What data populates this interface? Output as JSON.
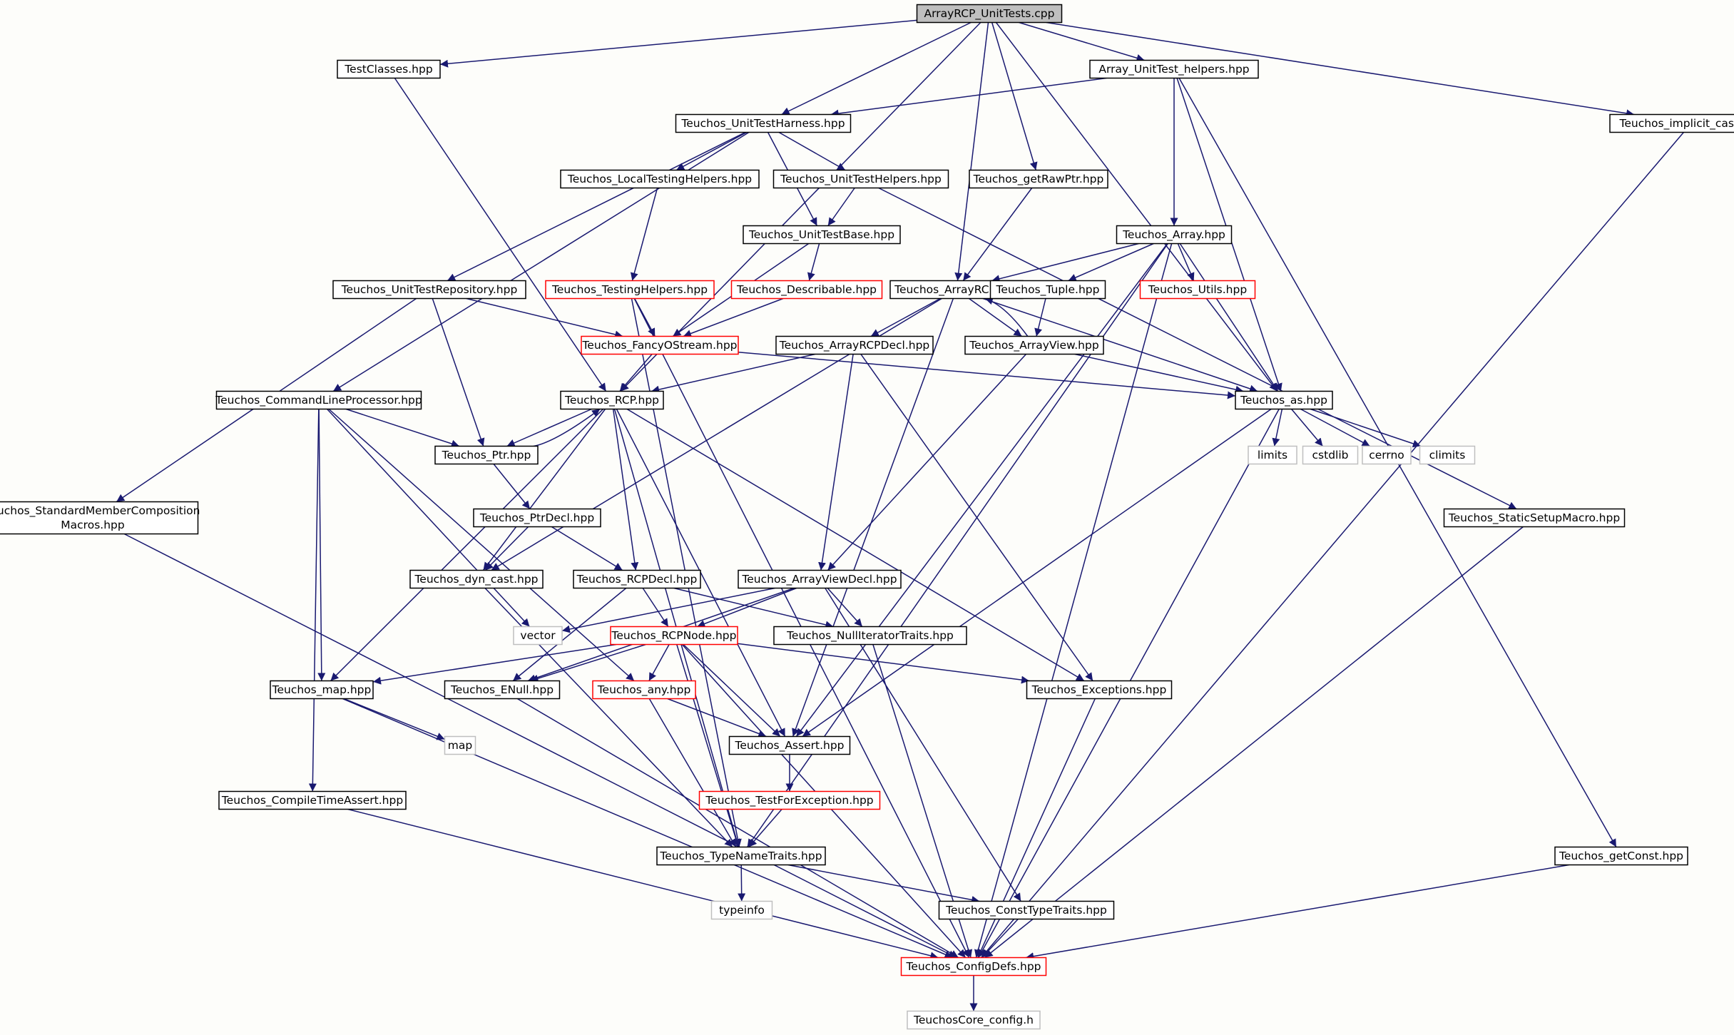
{
  "colors": {
    "edge": "#191970",
    "background": "#fdfdfa",
    "root_fill": "#bfbfbf",
    "node_fill": "#ffffff",
    "border_default": "#000000",
    "border_truncated": "#ff0000",
    "border_system": "#bfbfbf",
    "text": "#000000"
  },
  "nodes": [
    {
      "id": "root",
      "label": "ArrayRCP_UnitTests.cpp",
      "kind": "root"
    },
    {
      "id": "testclasses",
      "label": "TestClasses.hpp",
      "kind": "default"
    },
    {
      "id": "arrayhelpers",
      "label": "Array_UnitTest_helpers.hpp",
      "kind": "default"
    },
    {
      "id": "implicitcast",
      "label": "Teuchos_implicit_cast.hpp",
      "kind": "default"
    },
    {
      "id": "harness",
      "label": "Teuchos_UnitTestHarness.hpp",
      "kind": "default"
    },
    {
      "id": "localtesting",
      "label": "Teuchos_LocalTestingHelpers.hpp",
      "kind": "default"
    },
    {
      "id": "unittesthelpers",
      "label": "Teuchos_UnitTestHelpers.hpp",
      "kind": "default"
    },
    {
      "id": "getrawptr",
      "label": "Teuchos_getRawPtr.hpp",
      "kind": "default"
    },
    {
      "id": "unittestbase",
      "label": "Teuchos_UnitTestBase.hpp",
      "kind": "default"
    },
    {
      "id": "array",
      "label": "Teuchos_Array.hpp",
      "kind": "default"
    },
    {
      "id": "repository",
      "label": "Teuchos_UnitTestRepository.hpp",
      "kind": "default"
    },
    {
      "id": "testinghelpers",
      "label": "Teuchos_TestingHelpers.hpp",
      "kind": "truncated"
    },
    {
      "id": "describable",
      "label": "Teuchos_Describable.hpp",
      "kind": "truncated"
    },
    {
      "id": "arrayrcp",
      "label": "Teuchos_ArrayRCP.hpp",
      "kind": "default"
    },
    {
      "id": "tuple",
      "label": "Teuchos_Tuple.hpp",
      "kind": "default"
    },
    {
      "id": "utils",
      "label": "Teuchos_Utils.hpp",
      "kind": "truncated"
    },
    {
      "id": "fancyostream",
      "label": "Teuchos_FancyOStream.hpp",
      "kind": "truncated"
    },
    {
      "id": "arrayrcpdecl",
      "label": "Teuchos_ArrayRCPDecl.hpp",
      "kind": "default"
    },
    {
      "id": "arrayview",
      "label": "Teuchos_ArrayView.hpp",
      "kind": "default"
    },
    {
      "id": "cmdline",
      "label": "Teuchos_CommandLineProcessor.hpp",
      "kind": "default"
    },
    {
      "id": "rcp",
      "label": "Teuchos_RCP.hpp",
      "kind": "default"
    },
    {
      "id": "as",
      "label": "Teuchos_as.hpp",
      "kind": "default"
    },
    {
      "id": "ptr",
      "label": "Teuchos_Ptr.hpp",
      "kind": "default"
    },
    {
      "id": "limits",
      "label": "limits",
      "kind": "system"
    },
    {
      "id": "cstdlib",
      "label": "cstdlib",
      "kind": "system"
    },
    {
      "id": "cerrno",
      "label": "cerrno",
      "kind": "system"
    },
    {
      "id": "climits",
      "label": "climits",
      "kind": "system"
    },
    {
      "id": "stdmember",
      "label": [
        "Teuchos_StandardMemberComposition",
        "Macros.hpp"
      ],
      "kind": "default"
    },
    {
      "id": "ptrdecl",
      "label": "Teuchos_PtrDecl.hpp",
      "kind": "default"
    },
    {
      "id": "staticsetup",
      "label": "Teuchos_StaticSetupMacro.hpp",
      "kind": "default"
    },
    {
      "id": "dyncast",
      "label": "Teuchos_dyn_cast.hpp",
      "kind": "default"
    },
    {
      "id": "rcpdecl",
      "label": "Teuchos_RCPDecl.hpp",
      "kind": "default"
    },
    {
      "id": "arrayviewdecl",
      "label": "Teuchos_ArrayViewDecl.hpp",
      "kind": "default"
    },
    {
      "id": "vector",
      "label": "vector",
      "kind": "system"
    },
    {
      "id": "rcpnode",
      "label": "Teuchos_RCPNode.hpp",
      "kind": "truncated"
    },
    {
      "id": "nulliter",
      "label": "Teuchos_NullIteratorTraits.hpp",
      "kind": "default"
    },
    {
      "id": "map",
      "label": "Teuchos_map.hpp",
      "kind": "default"
    },
    {
      "id": "enull",
      "label": "Teuchos_ENull.hpp",
      "kind": "default"
    },
    {
      "id": "any",
      "label": "Teuchos_any.hpp",
      "kind": "truncated"
    },
    {
      "id": "exceptions",
      "label": "Teuchos_Exceptions.hpp",
      "kind": "default"
    },
    {
      "id": "stdmap",
      "label": "map",
      "kind": "system"
    },
    {
      "id": "assert",
      "label": "Teuchos_Assert.hpp",
      "kind": "default"
    },
    {
      "id": "compiletime",
      "label": "Teuchos_CompileTimeAssert.hpp",
      "kind": "default"
    },
    {
      "id": "testforexc",
      "label": "Teuchos_TestForException.hpp",
      "kind": "truncated"
    },
    {
      "id": "typename",
      "label": "Teuchos_TypeNameTraits.hpp",
      "kind": "default"
    },
    {
      "id": "getconst",
      "label": "Teuchos_getConst.hpp",
      "kind": "default"
    },
    {
      "id": "typeinfo",
      "label": "typeinfo",
      "kind": "system"
    },
    {
      "id": "consttype",
      "label": "Teuchos_ConstTypeTraits.hpp",
      "kind": "default"
    },
    {
      "id": "configdefs",
      "label": "Teuchos_ConfigDefs.hpp",
      "kind": "truncated"
    },
    {
      "id": "coreconfig",
      "label": "TeuchosCore_config.h",
      "kind": "system"
    }
  ],
  "edges": [
    [
      "root",
      "testclasses"
    ],
    [
      "root",
      "arrayhelpers"
    ],
    [
      "root",
      "implicitcast"
    ],
    [
      "root",
      "harness"
    ],
    [
      "root",
      "getrawptr"
    ],
    [
      "root",
      "arrayrcp"
    ],
    [
      "root",
      "rcp"
    ],
    [
      "root",
      "as"
    ],
    [
      "testclasses",
      "rcp"
    ],
    [
      "arrayhelpers",
      "harness"
    ],
    [
      "arrayhelpers",
      "array"
    ],
    [
      "arrayhelpers",
      "as"
    ],
    [
      "arrayhelpers",
      "getconst"
    ],
    [
      "implicitcast",
      "configdefs"
    ],
    [
      "harness",
      "localtesting"
    ],
    [
      "harness",
      "unittesthelpers"
    ],
    [
      "harness",
      "unittestbase"
    ],
    [
      "harness",
      "repository"
    ],
    [
      "harness",
      "cmdline"
    ],
    [
      "localtesting",
      "testinghelpers"
    ],
    [
      "unittesthelpers",
      "unittestbase"
    ],
    [
      "unittesthelpers",
      "staticsetup"
    ],
    [
      "getrawptr",
      "arrayrcp"
    ],
    [
      "unittestbase",
      "describable"
    ],
    [
      "unittestbase",
      "fancyostream"
    ],
    [
      "array",
      "arrayrcp"
    ],
    [
      "array",
      "tuple"
    ],
    [
      "array",
      "utils"
    ],
    [
      "array",
      "as"
    ],
    [
      "array",
      "assert"
    ],
    [
      "array",
      "typename"
    ],
    [
      "array",
      "configdefs"
    ],
    [
      "repository",
      "fancyostream"
    ],
    [
      "repository",
      "ptr"
    ],
    [
      "repository",
      "stdmember"
    ],
    [
      "testinghelpers",
      "fancyostream"
    ],
    [
      "testinghelpers",
      "typename"
    ],
    [
      "testinghelpers",
      "configdefs"
    ],
    [
      "describable",
      "fancyostream"
    ],
    [
      "arrayrcp",
      "arrayrcpdecl"
    ],
    [
      "arrayrcp",
      "arrayview"
    ],
    [
      "arrayrcp",
      "as"
    ],
    [
      "arrayrcp",
      "dyncast"
    ],
    [
      "arrayrcp",
      "assert"
    ],
    [
      "tuple",
      "arrayview"
    ],
    [
      "fancyostream",
      "rcp"
    ],
    [
      "fancyostream",
      "as"
    ],
    [
      "arrayrcpdecl",
      "rcp"
    ],
    [
      "arrayrcpdecl",
      "arrayviewdecl"
    ],
    [
      "arrayrcpdecl",
      "exceptions"
    ],
    [
      "arrayview",
      "arrayrcp"
    ],
    [
      "arrayview",
      "arrayviewdecl"
    ],
    [
      "arrayview",
      "as"
    ],
    [
      "cmdline",
      "ptr"
    ],
    [
      "cmdline",
      "map"
    ],
    [
      "cmdline",
      "any"
    ],
    [
      "cmdline",
      "vector"
    ],
    [
      "cmdline",
      "compiletime"
    ],
    [
      "rcp",
      "ptr"
    ],
    [
      "rcp",
      "dyncast"
    ],
    [
      "rcp",
      "rcpdecl"
    ],
    [
      "rcp",
      "map"
    ],
    [
      "rcp",
      "assert"
    ],
    [
      "rcp",
      "exceptions"
    ],
    [
      "rcp",
      "typename"
    ],
    [
      "ptr",
      "rcp"
    ],
    [
      "ptr",
      "ptrdecl"
    ],
    [
      "as",
      "limits"
    ],
    [
      "as",
      "cstdlib"
    ],
    [
      "as",
      "cerrno"
    ],
    [
      "as",
      "climits"
    ],
    [
      "as",
      "assert"
    ],
    [
      "as",
      "configdefs"
    ],
    [
      "stdmember",
      "configdefs"
    ],
    [
      "ptrdecl",
      "dyncast"
    ],
    [
      "ptrdecl",
      "rcpdecl"
    ],
    [
      "staticsetup",
      "configdefs"
    ],
    [
      "dyncast",
      "typename"
    ],
    [
      "rcpdecl",
      "rcpnode"
    ],
    [
      "rcpdecl",
      "enull"
    ],
    [
      "rcpdecl",
      "nulliter"
    ],
    [
      "arrayviewdecl",
      "rcpnode"
    ],
    [
      "arrayviewdecl",
      "enull"
    ],
    [
      "arrayviewdecl",
      "vector"
    ],
    [
      "arrayviewdecl",
      "nulliter"
    ],
    [
      "arrayviewdecl",
      "consttype"
    ],
    [
      "rcpnode",
      "map"
    ],
    [
      "rcpnode",
      "enull"
    ],
    [
      "rcpnode",
      "any"
    ],
    [
      "rcpnode",
      "assert"
    ],
    [
      "rcpnode",
      "exceptions"
    ],
    [
      "rcpnode",
      "typename"
    ],
    [
      "rcpnode",
      "configdefs"
    ],
    [
      "nulliter",
      "configdefs"
    ],
    [
      "map",
      "stdmap"
    ],
    [
      "map",
      "configdefs"
    ],
    [
      "enull",
      "configdefs"
    ],
    [
      "any",
      "assert"
    ],
    [
      "any",
      "typename"
    ],
    [
      "exceptions",
      "configdefs"
    ],
    [
      "assert",
      "testforexc"
    ],
    [
      "compiletime",
      "configdefs"
    ],
    [
      "testforexc",
      "typename"
    ],
    [
      "typename",
      "typeinfo"
    ],
    [
      "typename",
      "consttype"
    ],
    [
      "getconst",
      "configdefs"
    ],
    [
      "consttype",
      "configdefs"
    ],
    [
      "configdefs",
      "coreconfig"
    ]
  ]
}
